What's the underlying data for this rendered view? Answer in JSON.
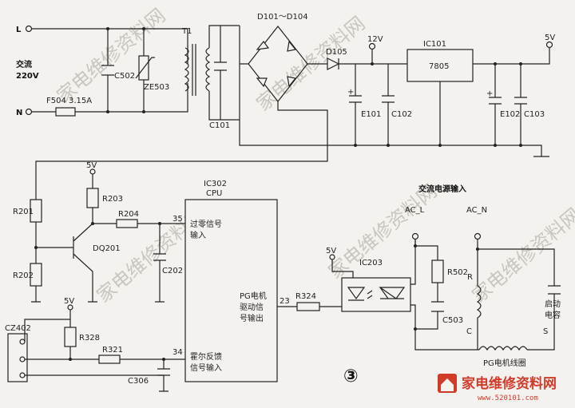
{
  "title": "③",
  "nodes": {
    "L": "L",
    "N": "N",
    "ac_in": "交流",
    "ac_220": "220V",
    "fuse": "F504 3.15A",
    "c502": "C502",
    "ze503": "ZE503",
    "t1": "T1",
    "c101": "C101",
    "bridge": "D101～D104",
    "d105": "D105",
    "v12": "12V",
    "ic101": "IC101",
    "reg": "7805",
    "v5": "5V",
    "e101": "E101",
    "c102": "C102",
    "e102": "E102",
    "c103": "C103",
    "r201": "R201",
    "r202": "R202",
    "r203": "R203",
    "r204": "R204",
    "v5b": "5V",
    "q201": "DQ201",
    "c202": "C202",
    "ic302": "IC302",
    "cpu": "CPU",
    "pin35": "35",
    "zc1": "过零信号",
    "zc2": "输入",
    "pg1": "PG电机",
    "pg2": "驱动信",
    "pg3": "号输出",
    "pin23": "23",
    "r324": "R324",
    "hall1": "霍尔反馈",
    "hall2": "信号输入",
    "pin34": "34",
    "r321": "R321",
    "c306": "C306",
    "cz402": "CZ402",
    "v5c": "5V",
    "r328": "R328",
    "ac_title": "交流电源输入",
    "acl": "AC_L",
    "acn": "AC_N",
    "v5d": "5V",
    "ic203": "IC203",
    "r502": "R502",
    "c503": "C503",
    "r_lbl": "R",
    "c_lbl": "C",
    "s_lbl": "S",
    "start1": "启动",
    "start2": "电容",
    "coil": "PG电机线圈"
  },
  "watermark": "家电维修资料网",
  "brand": {
    "name": "家电维修资料网",
    "url": "www.520101.com"
  }
}
